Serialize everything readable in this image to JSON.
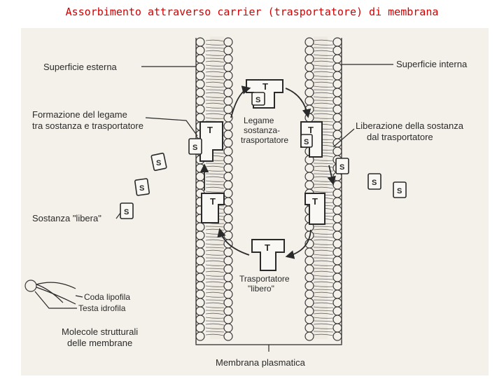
{
  "title": "Assorbimento attraverso carrier (trasportatore) di membrana",
  "labels": {
    "outer_surface": "Superficie esterna",
    "inner_surface": "Superficie interna",
    "binding_formation": [
      "Formazione del legame",
      "tra sostanza e trasportatore"
    ],
    "substance_carrier_bond": [
      "Legame",
      "sostanza-",
      "trasportatore"
    ],
    "release": [
      "Liberazione della sostanza",
      "dal trasportatore"
    ],
    "free_substance": "Sostanza \"libera\"",
    "free_carrier": [
      "Trasportatore",
      "\"libero\""
    ],
    "lipophilic_tail": "Coda lipofila",
    "hydrophilic_head": "Testa idrofila",
    "structural_molecules": [
      "Molecole strutturali",
      "delle membrane"
    ],
    "plasma_membrane": "Membrana plasmatica"
  },
  "carrier_letter": "T",
  "substance_letter": "S",
  "colors": {
    "title": "#d40000",
    "ink": "#2a2a2a",
    "paper": "#f4f1ea"
  }
}
